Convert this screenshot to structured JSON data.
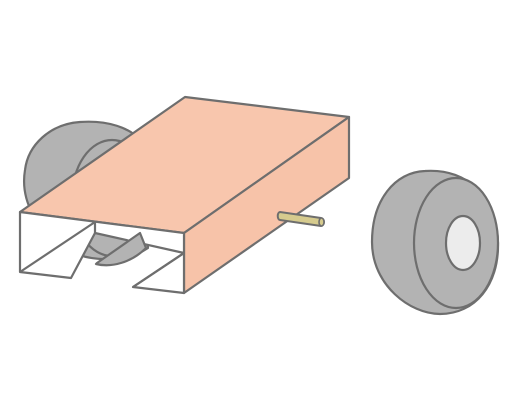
{
  "colors": {
    "outline": "#6e6e6e",
    "box_top": "#f8c6ad",
    "box_side": "#f7c3a9",
    "box_front": "#ffffff",
    "tire": "#b3b3b3",
    "hub": "#ececec",
    "axle": "#d6cb8e"
  },
  "parts": {
    "box": "box",
    "axle": "axle",
    "wheel_left": "wheel",
    "wheel_right": "wheel"
  }
}
